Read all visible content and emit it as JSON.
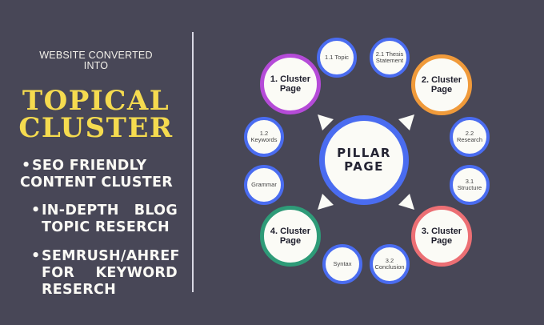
{
  "left_panel": {
    "subtitle_line1": "WEBSITE CONVERTED",
    "subtitle_line2": "INTO",
    "title_line1": "TOPICAL",
    "title_line2": "CLUSTER",
    "bullets": [
      {
        "line1": "SEO FRIENDLY",
        "line2": "CONTENT CLUSTER"
      },
      {
        "line1a": "IN-DEPTH",
        "line1b": "BLOG",
        "line2": "TOPIC RESERCH"
      },
      {
        "line1": "SEMRUSH/AHREF",
        "line2a": "FOR",
        "line2b": "KEYWORD",
        "line3": "RESERCH"
      }
    ],
    "bullet_glyph": "•"
  },
  "diagram": {
    "pillar": {
      "line1": "PILLAR",
      "line2": "PAGE",
      "border_color": "#4a6cf0"
    },
    "clusters": [
      {
        "line1": "1. Cluster",
        "line2": "Page",
        "color": "#b54bd8"
      },
      {
        "line1": "2. Cluster",
        "line2": "Page",
        "color": "#f09a3a"
      },
      {
        "line1": "3. Cluster",
        "line2": "Page",
        "color": "#ec6f74"
      },
      {
        "line1": "4. Cluster",
        "line2": "Page",
        "color": "#2e9b78"
      }
    ],
    "subtopics": [
      {
        "line1": "1.1 Topic",
        "line2": ""
      },
      {
        "line1": "2.1 Thesis",
        "line2": "Statement"
      },
      {
        "line1": "1.2",
        "line2": "Keywords"
      },
      {
        "line1": "2.2",
        "line2": "Research"
      },
      {
        "line1": "Grammar",
        "line2": ""
      },
      {
        "line1": "3.1",
        "line2": "Structure"
      },
      {
        "line1": "Syntax",
        "line2": ""
      },
      {
        "line1": "3.2",
        "line2": "Conclusion"
      }
    ],
    "subtopic_border_color": "#4a6cf0"
  },
  "colors": {
    "background": "#484757",
    "title_yellow": "#f5db4f",
    "text_white": "#fbfaf5"
  }
}
